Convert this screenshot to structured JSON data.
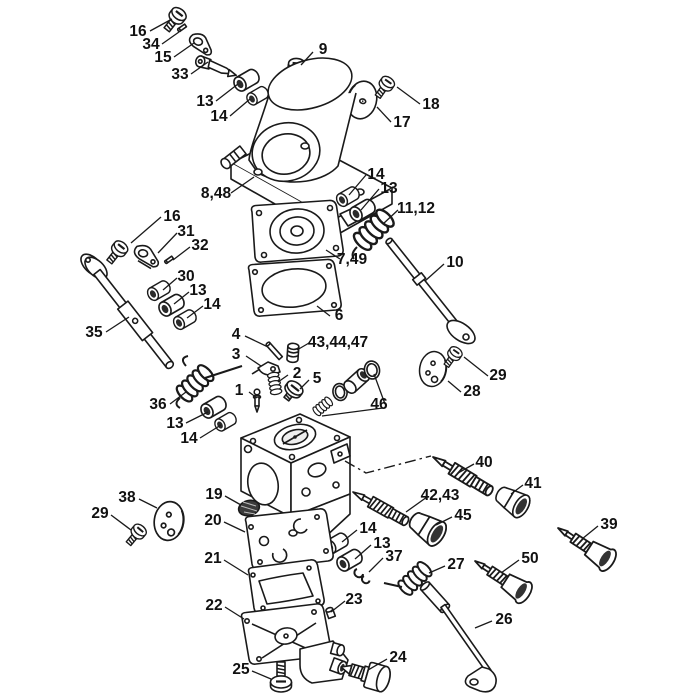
{
  "diagram": {
    "background_color": "#ffffff",
    "line_color": "#1a1a1a",
    "label_color": "#111111",
    "shade_color": "#333333"
  },
  "labels": [
    {
      "text": "16"
    },
    {
      "text": "34"
    },
    {
      "text": "15"
    },
    {
      "text": "33"
    },
    {
      "text": "13"
    },
    {
      "text": "14"
    },
    {
      "text": "9"
    },
    {
      "text": "18"
    },
    {
      "text": "17"
    },
    {
      "text": "8,48"
    },
    {
      "text": "14"
    },
    {
      "text": "13"
    },
    {
      "text": "11,12"
    },
    {
      "text": "10"
    },
    {
      "text": "7,49"
    },
    {
      "text": "6"
    },
    {
      "text": "16"
    },
    {
      "text": "31"
    },
    {
      "text": "32"
    },
    {
      "text": "30"
    },
    {
      "text": "13"
    },
    {
      "text": "14"
    },
    {
      "text": "35"
    },
    {
      "text": "36"
    },
    {
      "text": "13"
    },
    {
      "text": "14"
    },
    {
      "text": "4"
    },
    {
      "text": "43,44,47"
    },
    {
      "text": "3"
    },
    {
      "text": "2"
    },
    {
      "text": "5"
    },
    {
      "text": "1"
    },
    {
      "text": "46"
    },
    {
      "text": "29"
    },
    {
      "text": "28"
    },
    {
      "text": "40"
    },
    {
      "text": "41"
    },
    {
      "text": "42,43"
    },
    {
      "text": "45"
    },
    {
      "text": "39"
    },
    {
      "text": "50"
    },
    {
      "text": "14"
    },
    {
      "text": "13"
    },
    {
      "text": "37"
    },
    {
      "text": "27"
    },
    {
      "text": "26"
    },
    {
      "text": "38"
    },
    {
      "text": "29"
    },
    {
      "text": "19"
    },
    {
      "text": "20"
    },
    {
      "text": "21"
    },
    {
      "text": "22"
    },
    {
      "text": "23"
    },
    {
      "text": "25"
    },
    {
      "text": "24"
    }
  ]
}
